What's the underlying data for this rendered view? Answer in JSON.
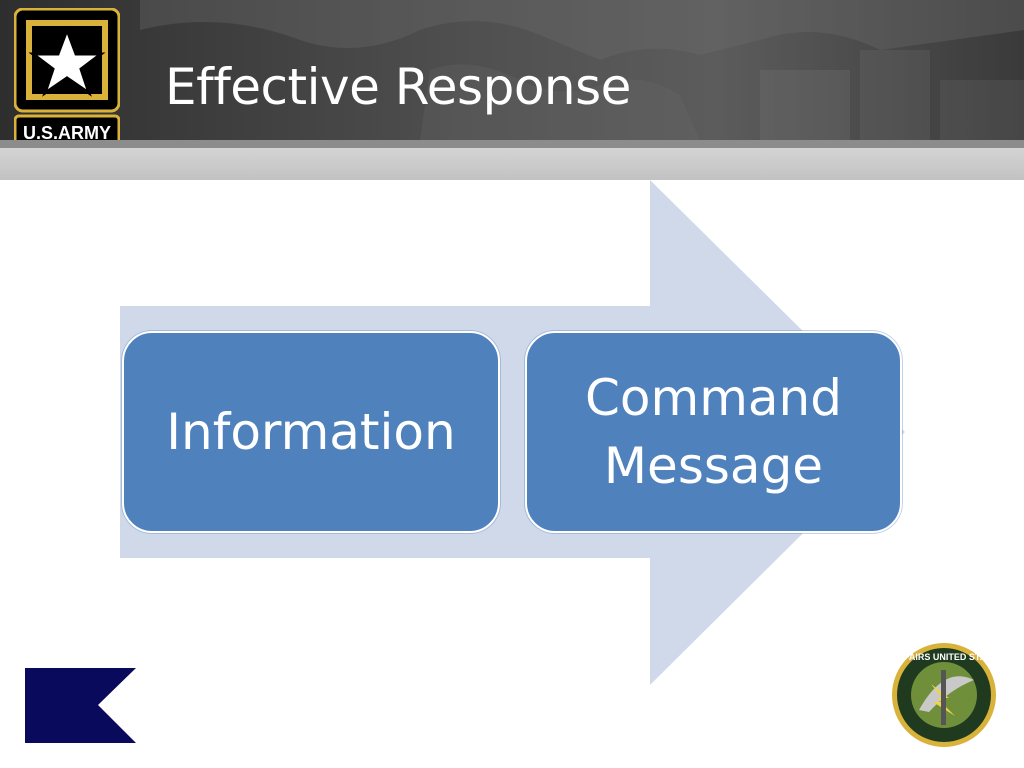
{
  "slide": {
    "title": "Effective Response"
  },
  "branding": {
    "army_logo": "U.S.ARMY",
    "public_affairs_seal": "PUBLIC AFFAIRS UNITED STATES ARMY"
  },
  "diagram": {
    "steps": [
      {
        "label": "Information"
      },
      {
        "label_line1": "Command",
        "label_line2": "Message"
      }
    ]
  },
  "colors": {
    "box_fill": "#4f81bd",
    "arrow_fill": "#cfd9ea",
    "header_dark": "#3a3a3a",
    "flag_navy": "#0a0a5c"
  }
}
